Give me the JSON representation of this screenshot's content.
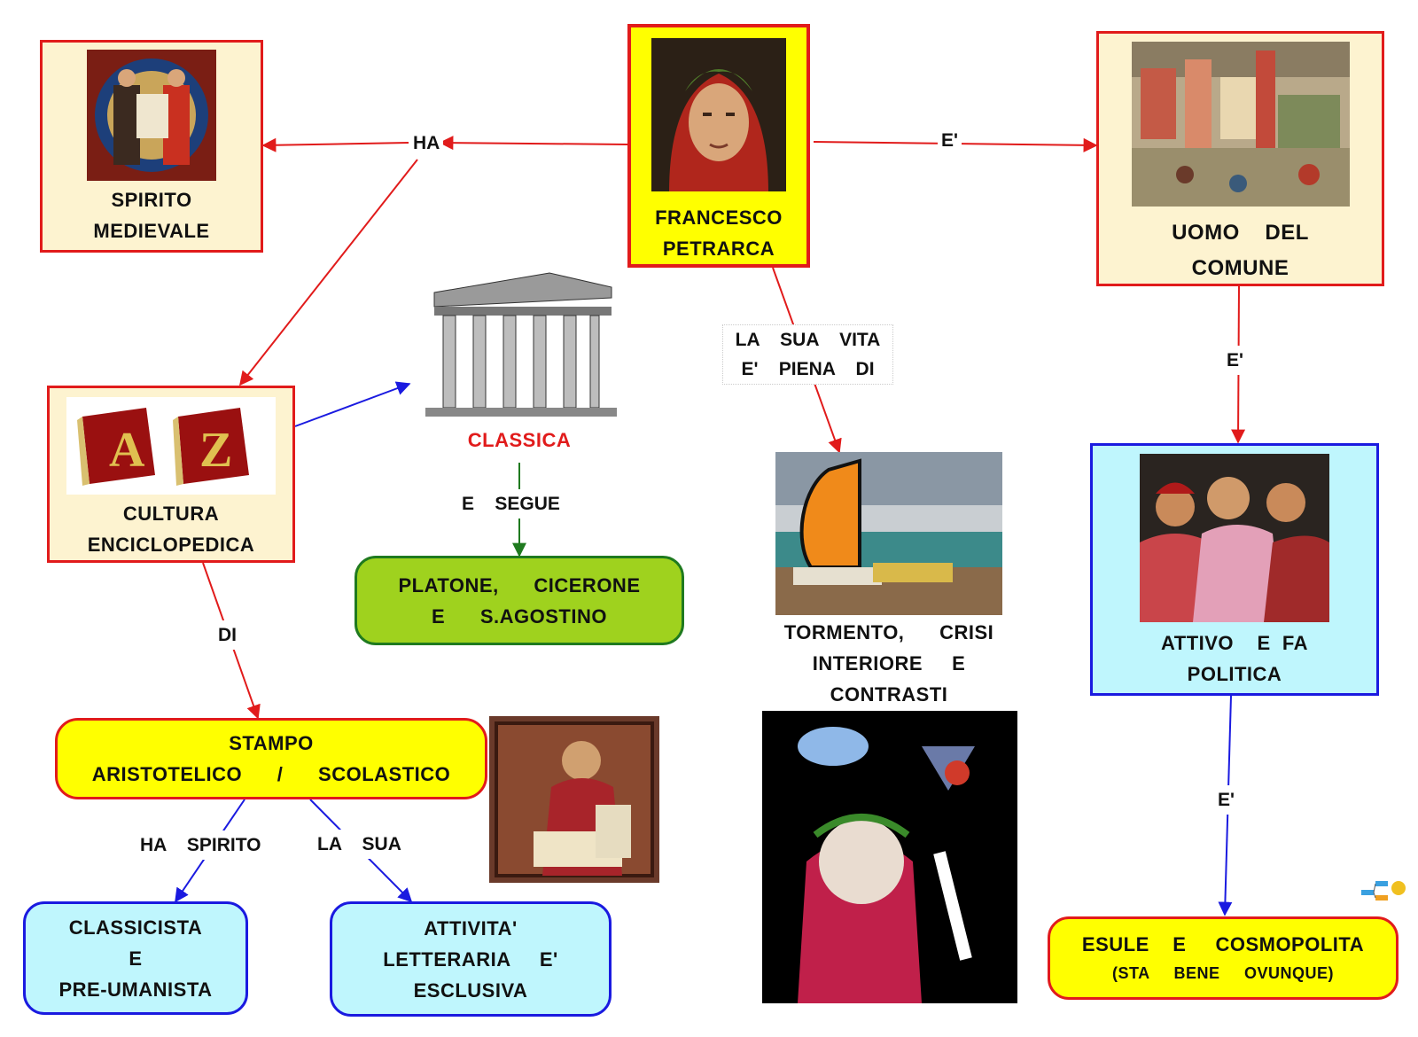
{
  "nodes": {
    "petrarca": "FRANCESCO\nPETRARCA",
    "spirito": "SPIRITO\nMEDIEVALE",
    "comune": "UOMO    DEL\nCOMUNE",
    "cultura": "CULTURA\nENCICLOPEDICA",
    "classica": "CLASSICA",
    "platone": "PLATONE,      CICERONE\nE      S.AGOSTINO",
    "tormento": "TORMENTO,      CRISI\nINTERIORE     E\nCONTRASTI",
    "attivo": "ATTIVO    E  FA\nPOLITICA",
    "stampo": "STAMPO\nARISTOTELICO      /      SCOLASTICO",
    "classicista": "CLASSICISTA\nE\nPRE-UMANISTA",
    "attivita": "ATTIVITA'\nLETTERARIA     E'\nESCLUSIVA",
    "esule_main": "ESULE    E     COSMOPOLITA",
    "esule_sub": "(STA     BENE     OVUNQUE)"
  },
  "links": {
    "ha": "HA",
    "e1": "E'",
    "e2": "E'",
    "e3": "E'",
    "vita": "LA    SUA    VITA\nE'    PIENA    DI",
    "segue": "E    SEGUE",
    "di": "DI",
    "spirito": "HA    SPIRITO",
    "lasua": "LA    SUA"
  },
  "pictures": {
    "portrait": "portrait-icon",
    "monk": "medieval-manuscript-icon",
    "city": "medieval-city-icon",
    "books": "az-books-icon",
    "temple": "greek-temple-icon",
    "boats": "butterfly-boats-icon",
    "group": "renaissance-group-icon",
    "reading": "dante-reading-icon",
    "cartoon": "cartoon-poet-icon",
    "logo": "mindmap-logo-icon"
  },
  "colors": {
    "red": "#e11b1b",
    "blue": "#1a1ae0",
    "green": "#1f7a1f",
    "yellow": "#ffff00",
    "cream": "#fdf3d0",
    "cyan": "#bff6fd",
    "lime": "#9fd21e"
  }
}
